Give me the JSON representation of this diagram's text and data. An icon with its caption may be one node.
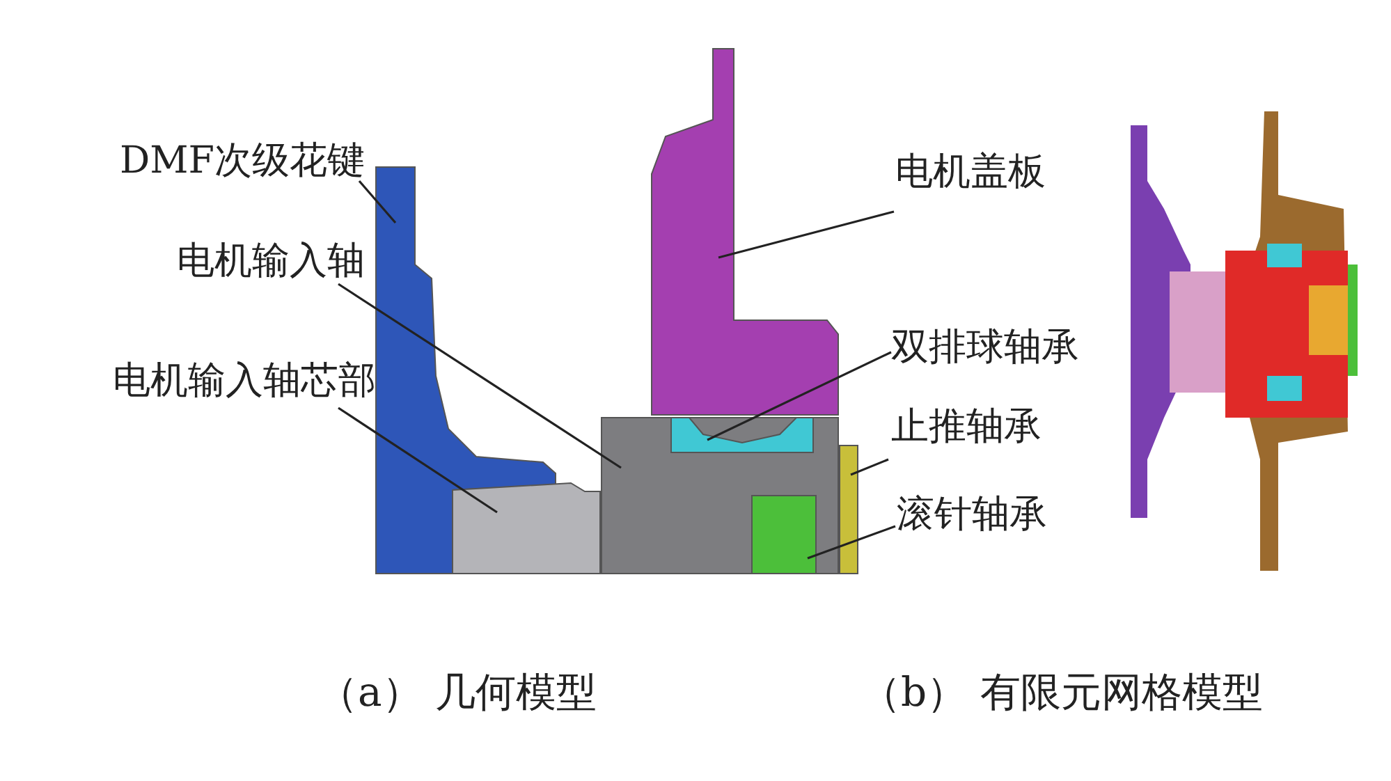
{
  "diagram": {
    "nodes": [
      {
        "text": [
          "DMF次级花键"
        ]
      },
      {
        "text": [
          "电机输入轴"
        ]
      },
      {
        "text": [
          "电机输入轴芯部"
        ]
      },
      {
        "text": [
          "电机盖板"
        ]
      },
      {
        "text": [
          "双排球轴承"
        ]
      },
      {
        "text": [
          "止推轴承"
        ]
      },
      {
        "text": [
          "滚针轴承"
        ]
      },
      {
        "text": [],
        "shape": "box"
      },
      {
        "text": [],
        "shape": "box"
      },
      {
        "text": [],
        "shape": "box"
      },
      {
        "text": [],
        "shape": "box"
      },
      {
        "text": [],
        "shape": "box",
        "in": 8
      },
      {
        "text": [],
        "shape": "box"
      },
      {
        "text": [],
        "shape": "box",
        "in": 8
      }
    ],
    "edges": [
      {
        "from": 0,
        "to": 7,
        "arrow": "none"
      },
      {
        "from": 1,
        "to": 8,
        "arrow": "none"
      },
      {
        "from": 2,
        "to": 9,
        "arrow": "none"
      },
      {
        "from": 3,
        "to": 10,
        "arrow": "none"
      },
      {
        "from": 4,
        "to": 11,
        "arrow": "none"
      },
      {
        "from": 5,
        "to": 12,
        "arrow": "none"
      },
      {
        "from": 6,
        "to": 13,
        "arrow": "none"
      }
    ],
    "labels": [
      "（a） 几何模型",
      "（b） 有限元网格模型"
    ]
  }
}
